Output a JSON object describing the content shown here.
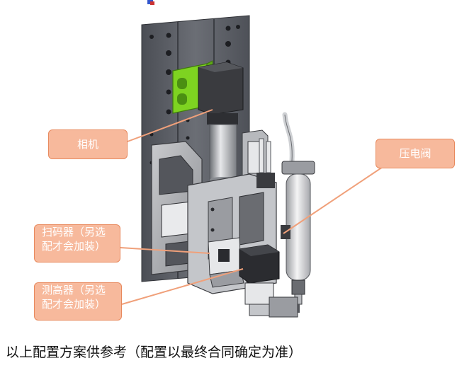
{
  "labels": {
    "camera": "相机",
    "valve": "压电阀",
    "scanner_line1": "扫码器（另选",
    "scanner_line2": "配才会加装）",
    "height_line1": "测高器（另选",
    "height_line2": "配才会加装）"
  },
  "caption": "以上配置方案供参考（配置以最终合同确定为准）",
  "colors": {
    "callout_fill": "#f7b99c",
    "callout_border": "#e88a5e",
    "leader_line": "#f0a07a",
    "camera_bracket": "#7ed321",
    "plate": "#5f6268"
  }
}
